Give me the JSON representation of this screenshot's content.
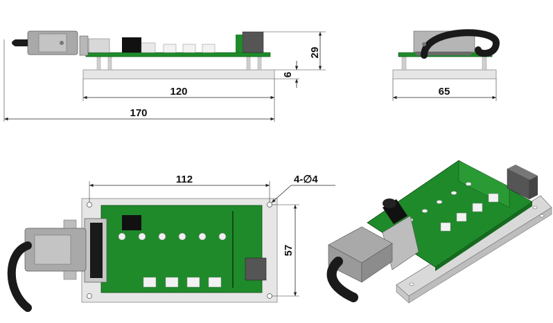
{
  "dimensions": {
    "side_height": "29",
    "side_plate": "6",
    "side_length": "120",
    "overall_length": "170",
    "end_width": "65",
    "top_hole_span": "112",
    "top_width": "57",
    "hole_callout": "4-∅4"
  },
  "colors": {
    "pcb_green": "#1f8a2a",
    "pcb_dark": "#166a1f",
    "plate_grey": "#e3e3e3",
    "connector_grey": "#9a9a9a",
    "cable_black": "#1a1a1a"
  }
}
